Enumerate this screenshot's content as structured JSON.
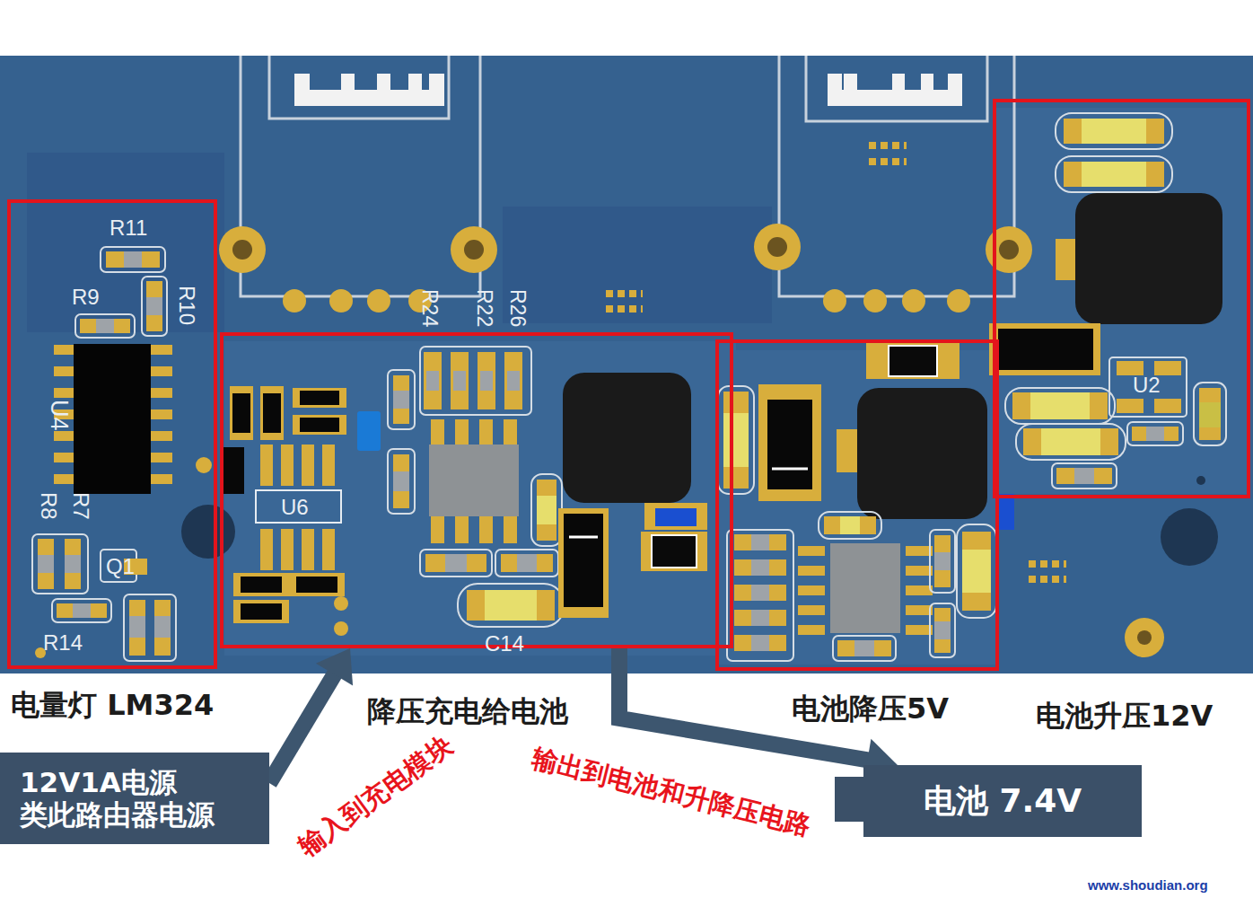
{
  "diagram": {
    "nodes": [
      {
        "text": [
          "电量灯 LM324"
        ]
      },
      {
        "text": [
          "降压充电给电池"
        ]
      },
      {
        "text": [
          "电池降压5V"
        ]
      },
      {
        "text": [
          "电池升压12V"
        ]
      },
      {
        "text": [
          "12V1A电源 类此路由器电源"
        ]
      },
      {
        "text": [
          "电池 7.4V"
        ]
      }
    ],
    "edges": [
      {
        "from": 4,
        "to": 1,
        "label": "输入到充电模块",
        "arrow": "to"
      },
      {
        "from": 1,
        "to": 5,
        "label": "输出到电池和升降压电路",
        "arrow": "to"
      }
    ],
    "labels": [
      "R11",
      "R9",
      "R10",
      "U4",
      "R8",
      "R7",
      "Q1",
      "R14",
      "R24",
      "R22",
      "R26",
      "U6",
      "C14",
      "U2",
      "www.shoudian.org"
    ]
  }
}
